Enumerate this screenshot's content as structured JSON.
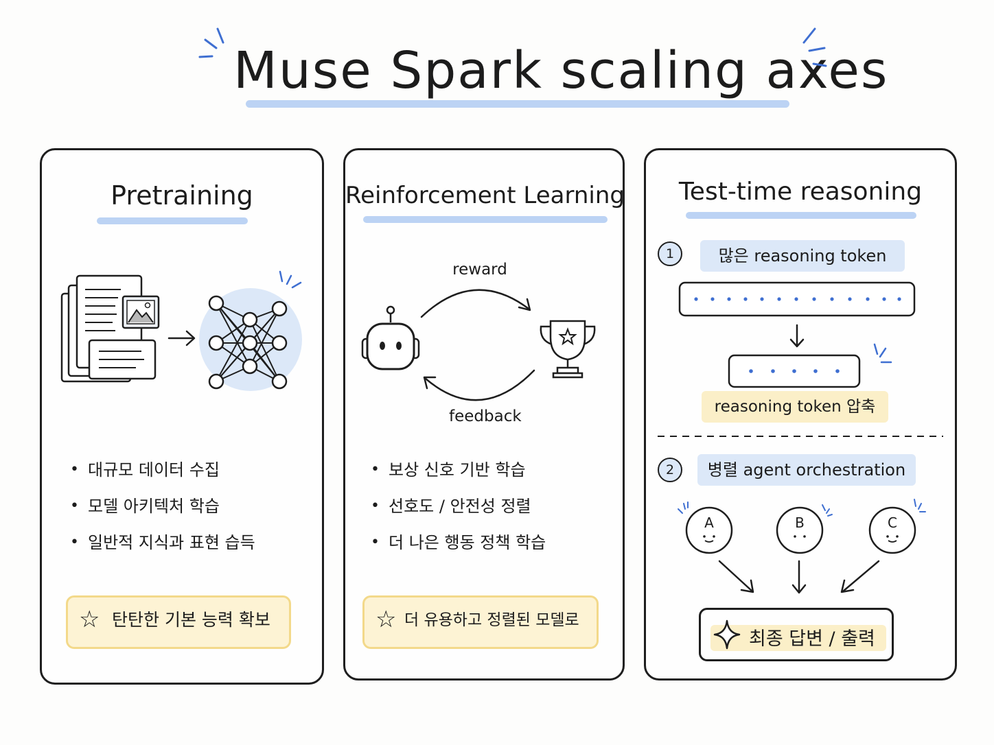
{
  "title": "Muse Spark scaling axes",
  "panels": {
    "pretraining": {
      "title": "Pretraining",
      "bullets": [
        "대규모 데이터 수집",
        "모델 아키텍처 학습",
        "일반적 지식과 표현 습득"
      ],
      "callout": "탄탄한 기본 능력 확보"
    },
    "rl": {
      "title": "Reinforcement Learning",
      "reward_label": "reward",
      "feedback_label": "feedback",
      "bullets": [
        "보상 신호 기반 학습",
        "선호도 / 안전성 정렬",
        "더 나은 행동 정책 학습"
      ],
      "callout": "더 유용하고 정렬된 모델로"
    },
    "test_time": {
      "title": "Test-time reasoning",
      "step1": {
        "number": "1",
        "label": "많은 reasoning token",
        "compress_label": "reasoning token 압축"
      },
      "step2": {
        "number": "2",
        "label": "병렬 agent orchestration",
        "agents": [
          "A",
          "B",
          "C"
        ],
        "final_label": "최종 답변 / 출력"
      }
    }
  },
  "colors": {
    "ink": "#1e1e1e",
    "blue_highlight": "#bcd3f4",
    "blue_accent": "#3f6fd1",
    "yellow_highlight": "#fbefc8",
    "yellow_border": "#f3d98a"
  },
  "icons": [
    "spark-lines-icon",
    "documents-icon",
    "image-icon",
    "arrow-right-icon",
    "neural-network-icon",
    "robot-icon",
    "trophy-icon",
    "star-icon",
    "sparkle-icon",
    "arrow-down-icon"
  ]
}
